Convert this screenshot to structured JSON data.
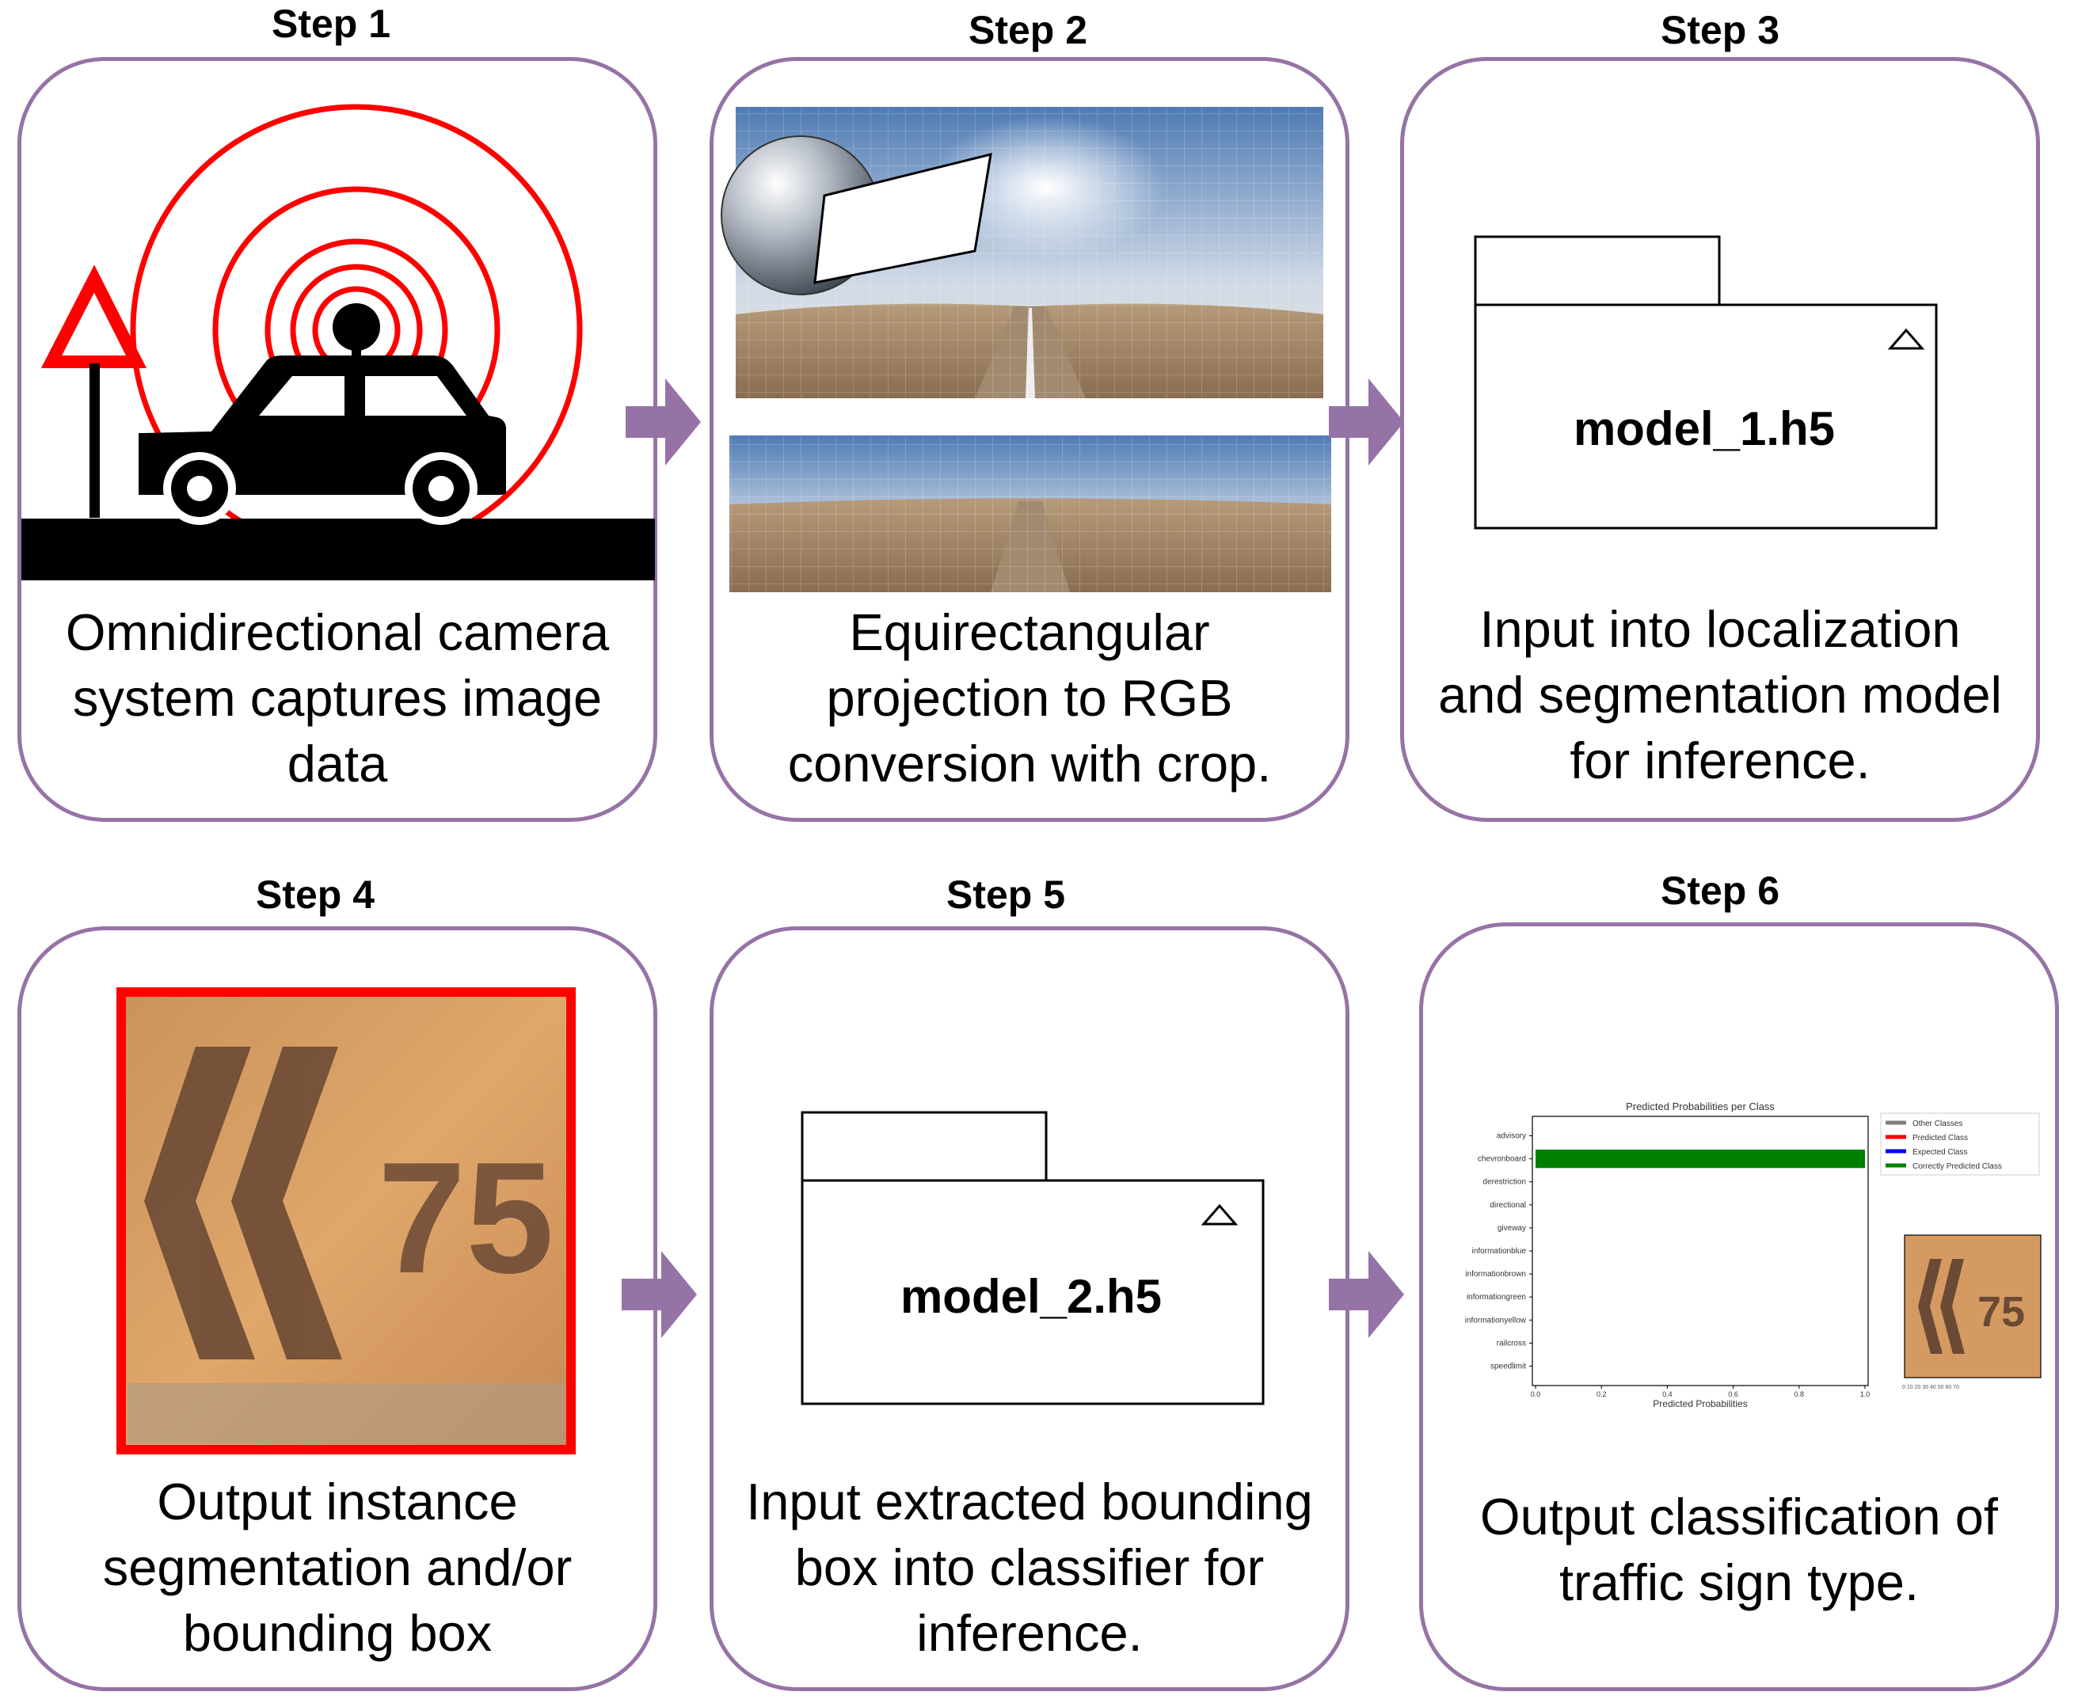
{
  "steps": [
    {
      "title": "Step 1",
      "caption": "Omnidirectional camera\nsystem captures image\ndata"
    },
    {
      "title": "Step 2",
      "caption": "Equirectangular\nprojection to RGB\nconversion with crop."
    },
    {
      "title": "Step 3",
      "caption": "Input into localization\nand segmentation model\nfor inference.",
      "model_name": "model_1.h5"
    },
    {
      "title": "Step 4",
      "caption": "Output instance\nsegmentation and/or\nbounding box",
      "sign_number": "75"
    },
    {
      "title": "Step 5",
      "caption": "Input extracted bounding\nbox into classifier for\ninference.",
      "model_name": "model_2.h5"
    },
    {
      "title": "Step 6",
      "caption": "Output classification of\ntraffic sign type."
    }
  ],
  "colors": {
    "card_border": "#9673a6",
    "arrow": "#9673a6",
    "radar_rings": "#ff0000",
    "highlight_box": "#ff0000"
  },
  "chart_data": {
    "type": "bar",
    "title": "Predicted Probabilities per Class",
    "xlabel": "Predicted Probabilities",
    "ylabel": "",
    "categories": [
      "advisory",
      "chevronboard",
      "derestriction",
      "directional",
      "giveway",
      "informationblue",
      "informationbrown",
      "informationgreen",
      "informationyellow",
      "railcross",
      "speedlimit"
    ],
    "values": [
      0,
      1.0,
      0,
      0,
      0,
      0,
      0,
      0,
      0,
      0,
      0
    ],
    "bar_colors": [
      "#808080",
      "#008000",
      "#808080",
      "#808080",
      "#808080",
      "#808080",
      "#808080",
      "#808080",
      "#808080",
      "#808080",
      "#808080"
    ],
    "xlim": [
      0,
      1.0
    ],
    "xticks": [
      "0.0",
      "0.2",
      "0.4",
      "0.6",
      "0.8",
      "1.0"
    ],
    "legend": [
      {
        "label": "Other Classes",
        "color": "#808080"
      },
      {
        "label": "Predicted Class",
        "color": "#ff0000"
      },
      {
        "label": "Expected Class",
        "color": "#0000ff"
      },
      {
        "label": "Correctly Predicted Class",
        "color": "#008000"
      }
    ],
    "legend_position": "right",
    "thumbnail_sign_number": "75"
  }
}
